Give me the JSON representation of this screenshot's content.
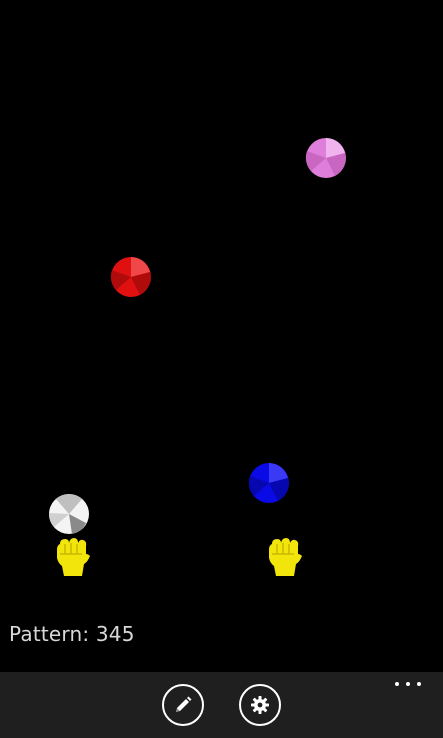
{
  "game": {
    "balls": [
      {
        "name": "pink-ball",
        "color": "#e07fdb",
        "shade": "#b85bb3"
      },
      {
        "name": "red-ball",
        "color": "#e01010",
        "shade": "#a80a0a"
      },
      {
        "name": "blue-ball",
        "color": "#0a0ae6",
        "shade": "#0606a8"
      },
      {
        "name": "white-ball",
        "color": "#f4f4f4",
        "shade": "#b0b0b0"
      }
    ],
    "hand_color": "#f2e50c",
    "pattern_label": "Pattern: 345"
  },
  "appbar": {
    "buttons": [
      {
        "name": "edit-pattern-button",
        "icon": "pencil-icon"
      },
      {
        "name": "settings-button",
        "icon": "gear-icon"
      }
    ],
    "more_icon": "ellipsis-icon",
    "background": "#1f1f1f"
  }
}
